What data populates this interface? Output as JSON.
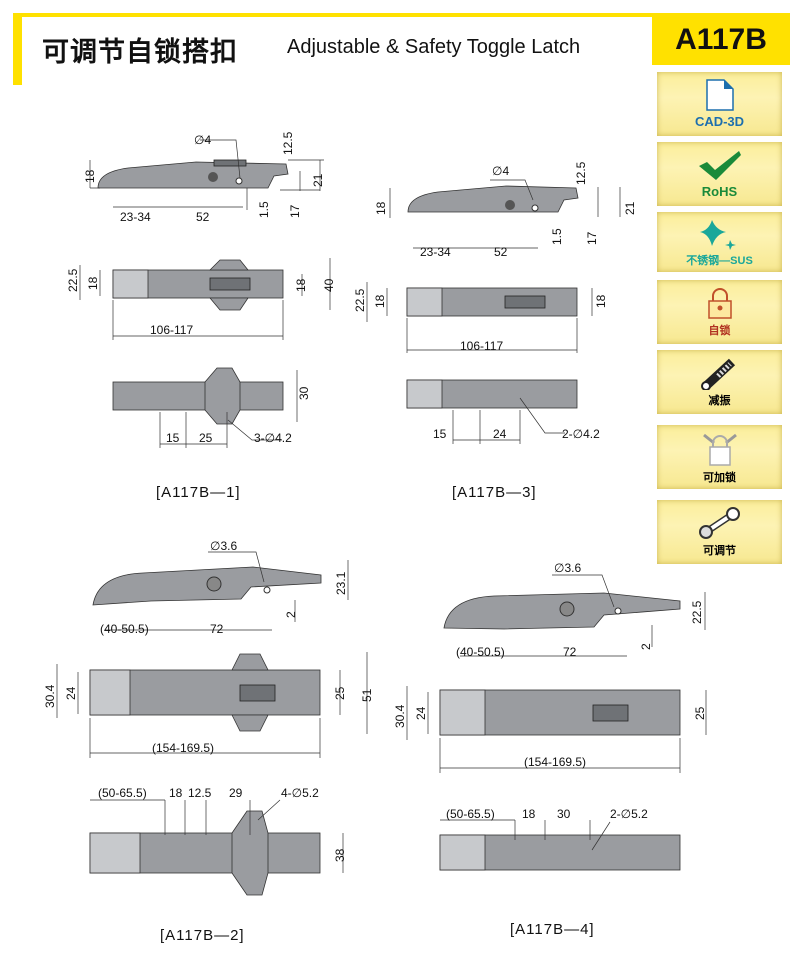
{
  "header": {
    "title_cn": "可调节自锁搭扣",
    "title_en": "Adjustable & Safety Toggle Latch",
    "model": "A117B"
  },
  "badges": [
    {
      "label": "CAD-3D",
      "icon": "file-icon",
      "color": "#1d6fae"
    },
    {
      "label": "RoHS",
      "icon": "checkmark-icon",
      "color": "#1a8a3a"
    },
    {
      "label": "不锈钢—SUS",
      "icon": "sparkle-icon",
      "color": "#1aa79a"
    },
    {
      "label": "自锁",
      "icon": "padlock-icon",
      "color": "#b03020"
    },
    {
      "label": "减振",
      "icon": "shock-absorber-icon",
      "color": "#111111"
    },
    {
      "label": "可加锁",
      "icon": "lockable-padlock-icon",
      "color": "#111111"
    },
    {
      "label": "可调节",
      "icon": "wrench-icon",
      "color": "#111111"
    }
  ],
  "variants": {
    "v1": {
      "caption": "[A117B—1]",
      "side": {
        "hole": "∅4",
        "h1": "12.5",
        "h2": "18",
        "h3": "21",
        "h4": "17",
        "h5": "1.5",
        "w1": "23-34",
        "w2": "52"
      },
      "top": {
        "h1": "22.5",
        "h2": "18",
        "h3": "18",
        "h4": "40",
        "len": "106-117"
      },
      "bottom": {
        "h1": "30",
        "w1": "15",
        "w2": "25",
        "holes": "3-∅4.2"
      }
    },
    "v3": {
      "caption": "[A117B—3]",
      "side": {
        "hole": "∅4",
        "h1": "12.5",
        "h2": "18",
        "h3": "21",
        "h4": "17",
        "h5": "1.5",
        "w1": "23-34",
        "w2": "52"
      },
      "top": {
        "h1": "22.5",
        "h2": "18",
        "h3": "18",
        "len": "106-117"
      },
      "bottom": {
        "w1": "15",
        "w2": "24",
        "holes": "2-∅4.2"
      }
    },
    "v2": {
      "caption": "[A117B—2]",
      "side": {
        "hole": "∅3.6",
        "h1": "23.1",
        "h2": "2",
        "w1": "(40-50.5)",
        "w2": "72"
      },
      "top": {
        "h1": "30.4",
        "h2": "24",
        "h3": "25",
        "h4": "51",
        "len": "(154-169.5)"
      },
      "bottom": {
        "w0": "(50-65.5)",
        "w1": "18",
        "w2": "12.5",
        "w3": "29",
        "holes": "4-∅5.2",
        "h1": "38"
      }
    },
    "v4": {
      "caption": "[A117B—4]",
      "side": {
        "hole": "∅3.6",
        "h1": "22.5",
        "h2": "2",
        "w1": "(40-50.5)",
        "w2": "72"
      },
      "top": {
        "h1": "30.4",
        "h2": "24",
        "h3": "25",
        "len": "(154-169.5)"
      },
      "bottom": {
        "w0": "(50-65.5)",
        "w1": "18",
        "w2": "30",
        "holes": "2-∅5.2"
      }
    }
  }
}
